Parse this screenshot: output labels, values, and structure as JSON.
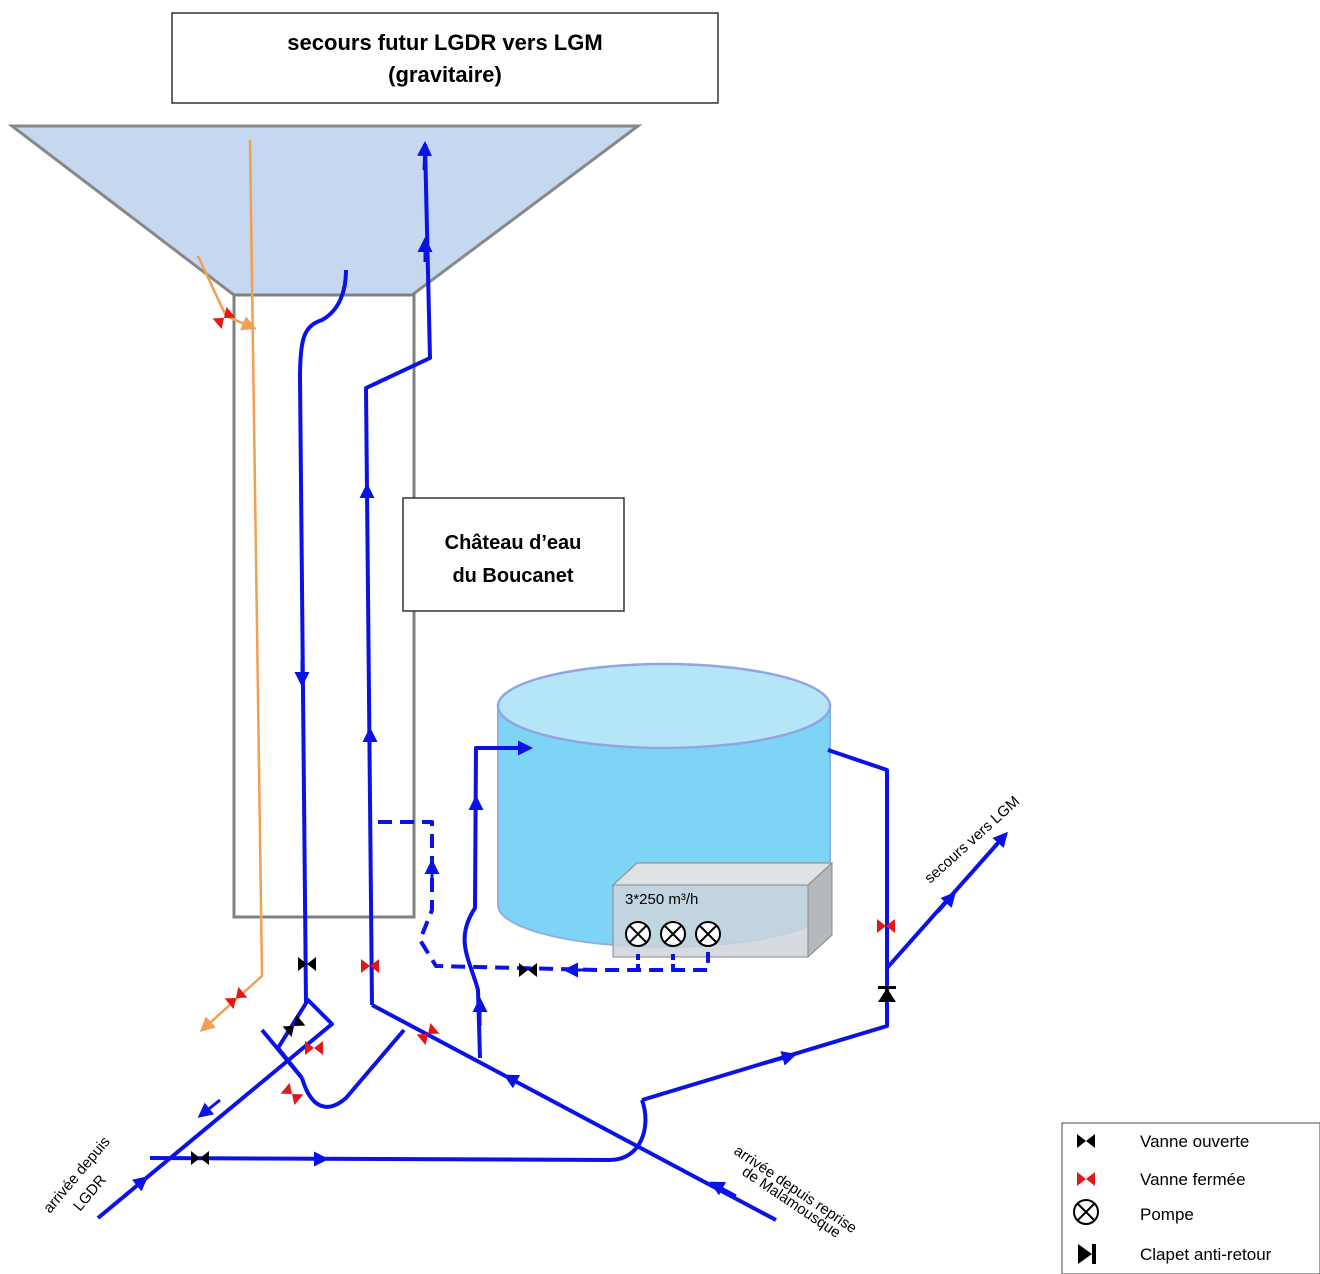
{
  "diagram": {
    "title_line1": "secours futur LGDR vers LGM",
    "title_line2": "(gravitaire)",
    "tower_label_line1": "Château d’eau",
    "tower_label_line2": "du Boucanet",
    "pump_capacity": "3*250 m³/h",
    "label_secours_lgm": "secours vers LGM",
    "label_lgdr_line1": "arrivée depuis",
    "label_lgdr_line2": "LGDR",
    "label_malamousque_line1": "arrivée depuis reprise",
    "label_malamousque_line2": "de Malamousque"
  },
  "legend": {
    "items": [
      {
        "icon": "open-valve-icon",
        "label": "Vanne ouverte"
      },
      {
        "icon": "closed-valve-icon",
        "label": "Vanne fermée"
      },
      {
        "icon": "pump-icon",
        "label": "Pompe"
      },
      {
        "icon": "check-valve-icon",
        "label": "Clapet anti-retour"
      }
    ]
  },
  "colors": {
    "pipe": "#0a12e6",
    "gravity_pipe": "#f0a050",
    "open_valve": "#000000",
    "closed_valve": "#e01818",
    "tank_top": "#b4e6f8",
    "tank_body": "#7dd4f5",
    "tower_fill": "#c5d8f0"
  }
}
